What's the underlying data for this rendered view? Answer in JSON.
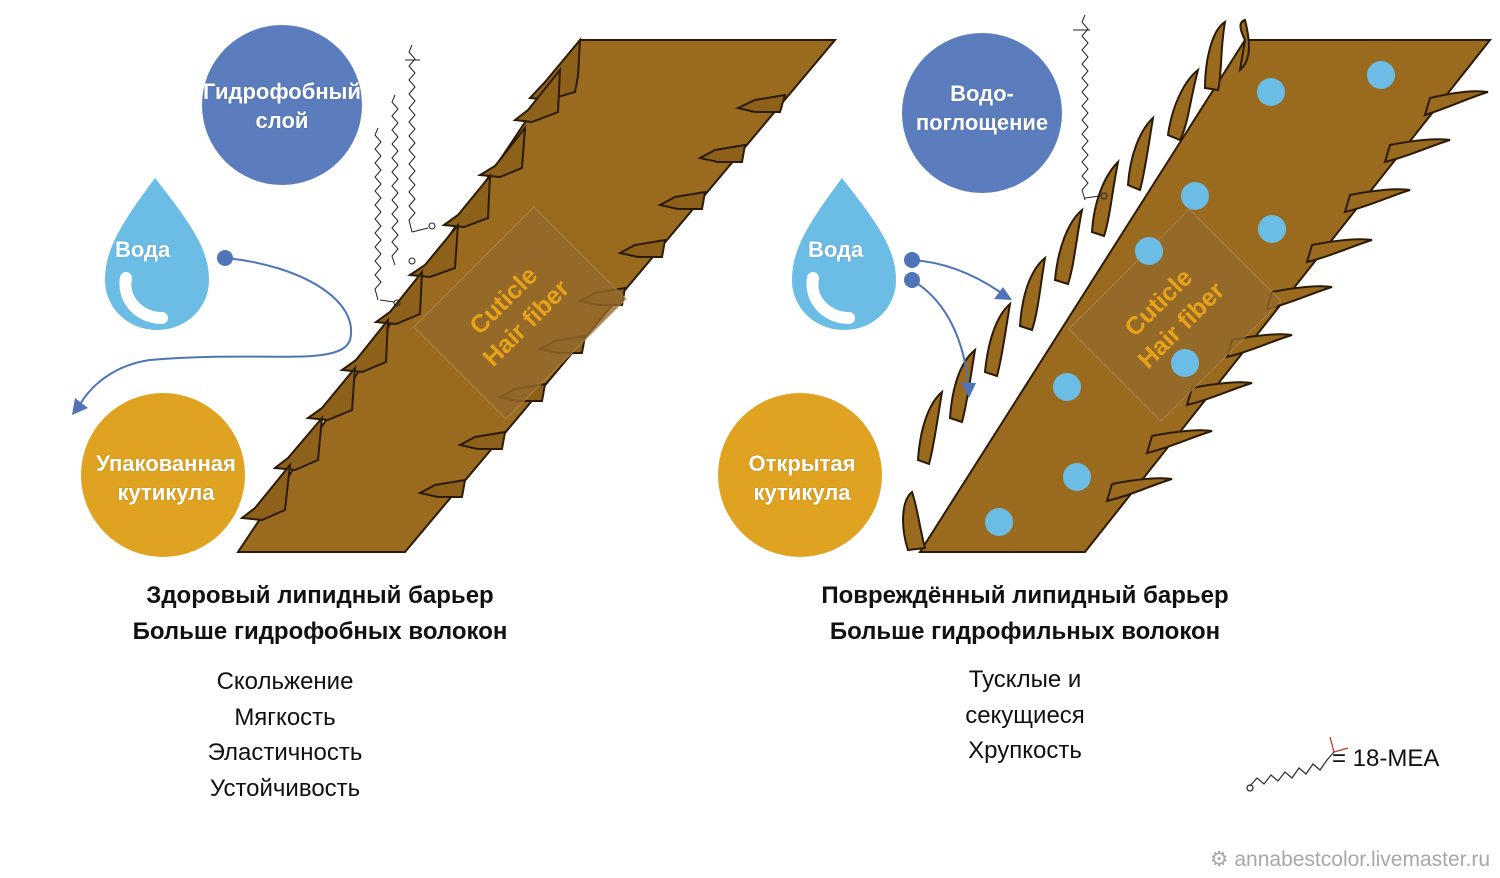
{
  "colors": {
    "hair": "#9a6b1f",
    "hair_dark": "#2b1a06",
    "cuticle_box": "#946a2c",
    "circle_blue": "#5b7dbd",
    "circle_gold": "#e0a321",
    "water": "#6bbde6",
    "arrow": "#4f75b8",
    "fiber_text": "#e8a21a"
  },
  "left_panel": {
    "hydrophobic_label": "Гидрофобный слой",
    "water_label": "Вода",
    "cuticle_label": "Упакованная кутикула",
    "fiber_line1": "Cuticle",
    "fiber_line2": "Hair fiber",
    "heading_line1": "Здоровый липидный барьер",
    "heading_line2": "Больше гидрофобных волокон",
    "properties": [
      "Скольжение",
      "Мягкость",
      "Эластичность",
      "Устойчивость"
    ]
  },
  "right_panel": {
    "absorption_label": "Водо-поглощение",
    "water_label": "Вода",
    "cuticle_label": "Открытая кутикула",
    "fiber_line1": "Cuticle",
    "fiber_line2": "Hair fiber",
    "heading_line1": "Повреждённый липидный барьер",
    "heading_line2": "Больше гидрофильных волокон",
    "properties": [
      "Тусклые и",
      "секущиеся",
      "Хрупкость"
    ]
  },
  "legend": {
    "label": "= 18-MEA"
  },
  "watermark": "annabestcolor.livemaster.ru"
}
